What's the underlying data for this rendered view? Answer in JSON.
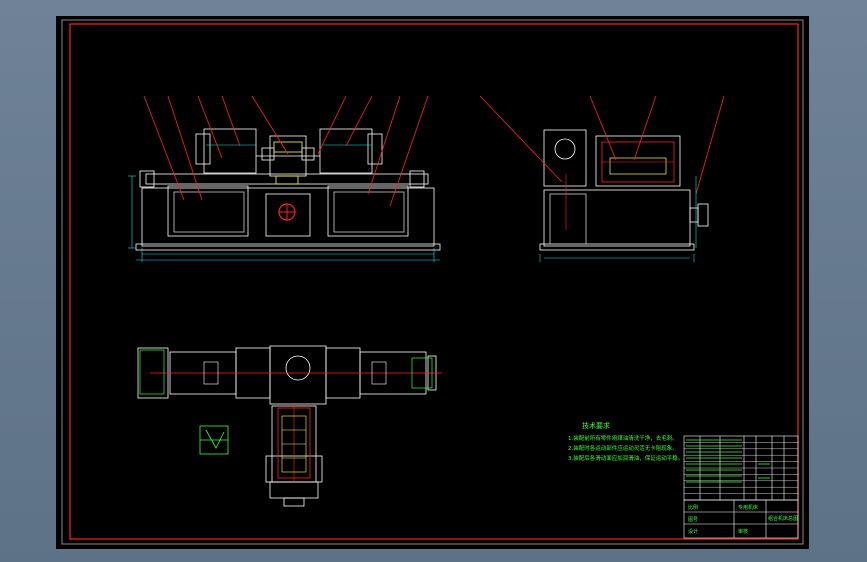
{
  "drawing": {
    "notes_title": "技术要求",
    "notes": [
      "1.装配前所有零件用煤油清洗干净，去毛刺。",
      "2.装配时各运动部件应运动灵活无卡阻现象。",
      "3.装配后各滑动面应加润滑油，保证运动平稳。"
    ],
    "title_block": {
      "cells": [
        "专用机床",
        "组合机床总图",
        "比例",
        "图号",
        "设计",
        "审核"
      ]
    }
  },
  "colors": {
    "background": "#000000",
    "frame": "#ff2020",
    "outline": "#ffffff",
    "leader": "#ff2020",
    "dimension": "#00e6e6",
    "annotation": "#33ff33",
    "accent": "#ffff33",
    "window_bg": "#6a7e93"
  }
}
